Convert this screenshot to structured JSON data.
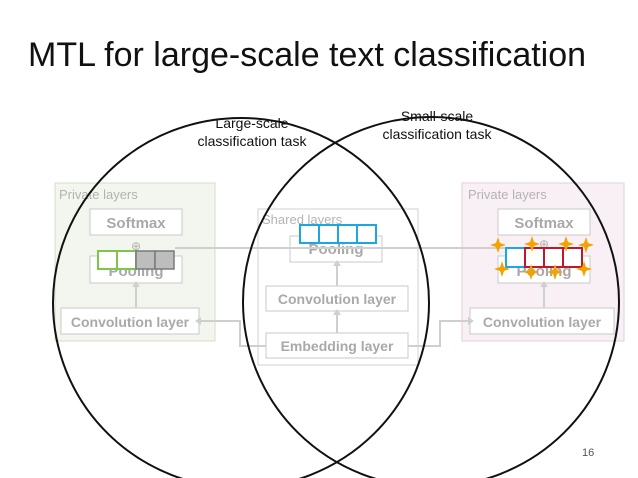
{
  "slide": {
    "title": "MTL for large-scale text classification",
    "number": "16"
  },
  "venn": {
    "left_label_line1": "Large-scale",
    "left_label_line2": "classification task",
    "right_label_line1": "Small-scale",
    "right_label_line2": "classification task"
  },
  "left_panel": {
    "header": "Private layers",
    "softmax": "Softmax",
    "pooling": "Pooling",
    "convolution": "Convolution layer",
    "concat_symbol": "⊕"
  },
  "shared_panel": {
    "header": "Shared layers",
    "pooling": "Pooling",
    "convolution": "Convolution layer",
    "embedding": "Embedding layer"
  },
  "right_panel": {
    "header": "Private layers",
    "softmax": "Softmax",
    "pooling": "Pooling",
    "convolution": "Convolution layer",
    "concat_symbol": "⊕"
  },
  "colors": {
    "left_panel_bg": "#f3f6ee",
    "right_panel_bg": "#f9f0f6",
    "faded_text": "#a9a9a9",
    "faded_border": "#c8c8c8",
    "vector_green": "#7ec64a",
    "vector_gray": "#8c8c8c",
    "vector_blue": "#1aa8e0",
    "vector_red": "#c0182a",
    "sparkle": "#f2a300"
  }
}
